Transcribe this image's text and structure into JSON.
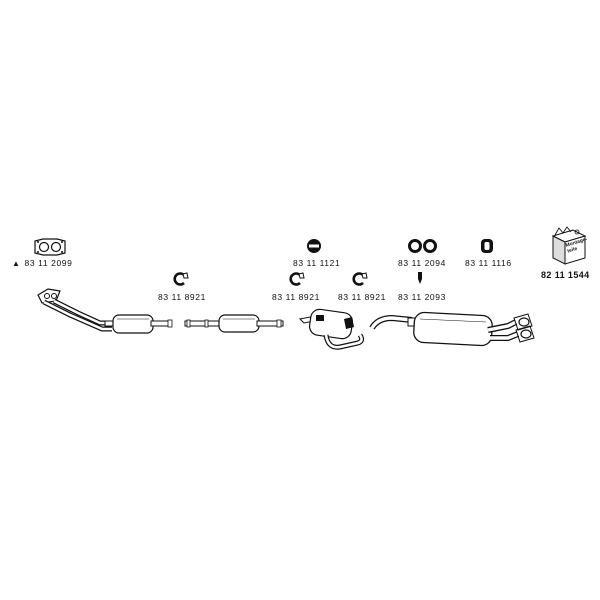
{
  "parts": {
    "gasket": {
      "part_number": "83 11 2099",
      "marker": "▲",
      "icon": "flange-gasket-icon"
    },
    "clamp_1": {
      "part_number": "83 11 8921",
      "icon": "clamp-icon"
    },
    "clamp_2": {
      "part_number": "83 11 8921",
      "icon": "clamp-icon"
    },
    "clamp_3": {
      "part_number": "83 11 8921",
      "icon": "clamp-icon"
    },
    "rubber_ring": {
      "part_number": "83 11 1121",
      "icon": "rubber-ring-icon"
    },
    "double_ring": {
      "part_number": "83 11 2094",
      "icon": "double-ring-icon"
    },
    "hanger_pin": {
      "part_number": "83 11 2093",
      "icon": "hanger-pin-icon"
    },
    "rubber_mount": {
      "part_number": "83 11 1116",
      "icon": "rubber-mount-icon"
    },
    "mounting_kit": {
      "part_number": "82 11 1544",
      "box_text_line1": "Montage-",
      "box_text_line2": "teile",
      "icon": "mounting-kit-box-icon"
    }
  },
  "components": [
    {
      "name": "front-pipe-with-flange",
      "icon": "front-pipe-icon"
    },
    {
      "name": "front-silencer",
      "icon": "front-silencer-icon"
    },
    {
      "name": "centre-silencer",
      "icon": "centre-silencer-icon"
    },
    {
      "name": "middle-silencer-with-bend",
      "icon": "middle-silencer-icon"
    },
    {
      "name": "rear-silencer-twin-tail",
      "icon": "rear-silencer-icon"
    }
  ]
}
